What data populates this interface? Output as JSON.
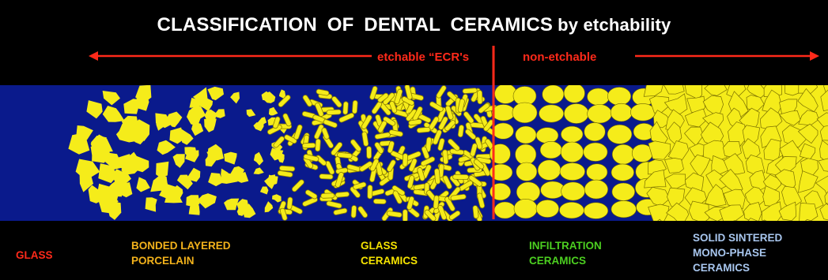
{
  "title": {
    "main": "CLASSIFICATION  OF  DENTAL  CERAMICS",
    "sub": "by etchability"
  },
  "arrows": {
    "left_label": "etchable “ECR's",
    "right_label": "non-etchable"
  },
  "categories": [
    {
      "lines": [
        "GLASS"
      ]
    },
    {
      "lines": [
        "BONDED LAYERED",
        "PORCELAIN"
      ]
    },
    {
      "lines": [
        "GLASS",
        "CERAMICS"
      ]
    },
    {
      "lines": [
        "INFILTRATION",
        "CERAMICS"
      ]
    },
    {
      "lines": [
        "SOLID SINTERED",
        "MONO-PHASE",
        "CERAMICS"
      ]
    }
  ],
  "colors": {
    "background": "#000000",
    "glass_matrix": "#0a1a8c",
    "crystal": "#f5ec1a",
    "divider": "#ff2a1a",
    "title": "#ffffff",
    "glass_label": "#ff2a1a",
    "layered_label": "#f3b21b",
    "glass_ceramics_label": "#f5e300",
    "infiltration_label": "#4ccf20",
    "solid_label": "#a8c6ee"
  }
}
